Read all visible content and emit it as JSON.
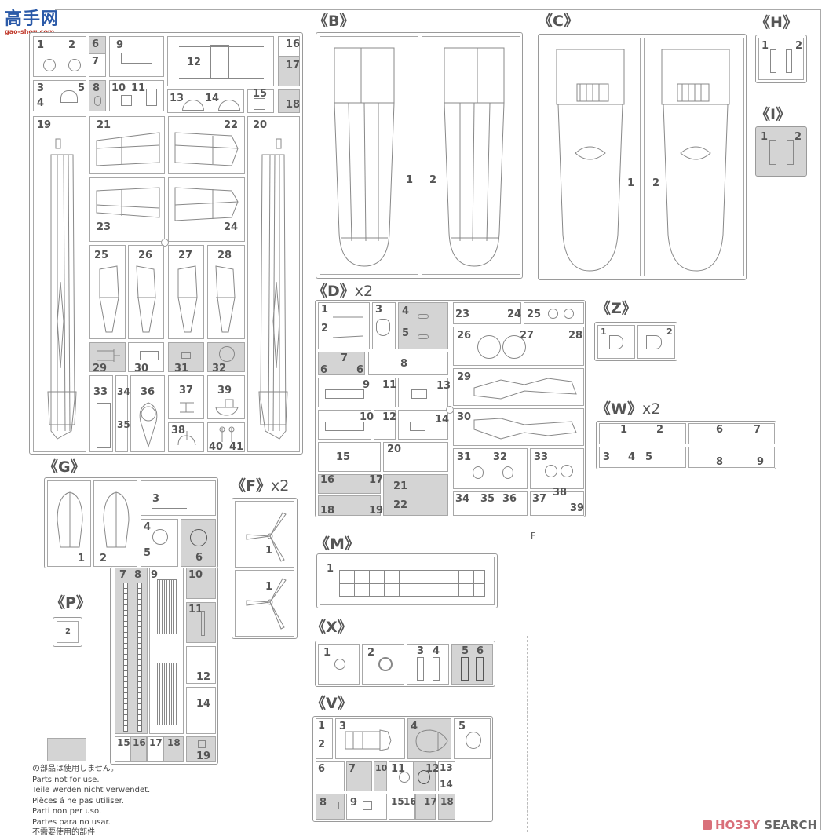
{
  "watermark_top": {
    "line1": "高手网",
    "line2": "gao-shou.com"
  },
  "sprues": {
    "A": {
      "parts": [
        {
          "n": "1"
        },
        {
          "n": "2"
        },
        {
          "n": "3"
        },
        {
          "n": "4"
        },
        {
          "n": "5"
        },
        {
          "n": "6"
        },
        {
          "n": "7"
        },
        {
          "n": "8"
        },
        {
          "n": "9"
        },
        {
          "n": "10"
        },
        {
          "n": "11"
        },
        {
          "n": "12"
        },
        {
          "n": "13"
        },
        {
          "n": "14"
        },
        {
          "n": "15"
        },
        {
          "n": "16"
        },
        {
          "n": "17"
        },
        {
          "n": "18"
        },
        {
          "n": "19"
        },
        {
          "n": "20"
        },
        {
          "n": "21"
        },
        {
          "n": "22"
        },
        {
          "n": "23"
        },
        {
          "n": "24"
        },
        {
          "n": "25"
        },
        {
          "n": "26"
        },
        {
          "n": "27"
        },
        {
          "n": "28"
        },
        {
          "n": "29"
        },
        {
          "n": "30"
        },
        {
          "n": "31"
        },
        {
          "n": "32"
        },
        {
          "n": "33"
        },
        {
          "n": "34"
        },
        {
          "n": "35"
        },
        {
          "n": "36"
        },
        {
          "n": "37"
        },
        {
          "n": "38"
        },
        {
          "n": "39"
        },
        {
          "n": "40"
        },
        {
          "n": "41"
        }
      ]
    },
    "B": {
      "title": "《B》",
      "multiplier": "",
      "parts": [
        "1",
        "2"
      ]
    },
    "C": {
      "title": "《C》",
      "multiplier": "",
      "parts": [
        "1",
        "2"
      ]
    },
    "H": {
      "title": "《H》",
      "multiplier": "",
      "parts": [
        "1",
        "2"
      ]
    },
    "I": {
      "title": "《I》",
      "multiplier": "",
      "parts": [
        "1",
        "2"
      ]
    },
    "D": {
      "title": "《D》",
      "multiplier": "x2",
      "parts": [
        "1",
        "2",
        "3",
        "4",
        "5",
        "6",
        "7",
        "6",
        "8",
        "9",
        "10",
        "11",
        "12",
        "13",
        "14",
        "15",
        "16",
        "17",
        "18",
        "19",
        "20",
        "21",
        "22",
        "23",
        "24",
        "25",
        "26",
        "27",
        "28",
        "29",
        "30",
        "31",
        "32",
        "33",
        "34",
        "35",
        "36",
        "37",
        "38",
        "39"
      ]
    },
    "Z": {
      "title": "《Z》",
      "multiplier": "",
      "parts": [
        "1",
        "2"
      ]
    },
    "W": {
      "title": "《W》",
      "multiplier": "x2",
      "parts": [
        "1",
        "2",
        "3",
        "4",
        "5",
        "6",
        "7",
        "8",
        "9"
      ]
    },
    "G": {
      "title": "《G》",
      "multiplier": "",
      "parts": [
        "1",
        "2",
        "3",
        "4",
        "5",
        "6",
        "7",
        "8",
        "9",
        "10",
        "11",
        "12",
        "14",
        "15",
        "16",
        "17",
        "18",
        "19"
      ]
    },
    "F": {
      "title": "《F》",
      "multiplier": "x2",
      "parts": [
        "1",
        "1"
      ]
    },
    "P": {
      "title": "《P》",
      "multiplier": "",
      "parts": [
        "2"
      ]
    },
    "M": {
      "title": "《M》",
      "multiplier": "",
      "parts": [
        "1"
      ]
    },
    "X": {
      "title": "《X》",
      "multiplier": "",
      "parts": [
        "1",
        "2",
        "3",
        "4",
        "5",
        "6"
      ]
    },
    "V": {
      "title": "《V》",
      "multiplier": "",
      "parts": [
        "1",
        "2",
        "3",
        "4",
        "5",
        "6",
        "7",
        "10",
        "11",
        "12",
        "13",
        "14",
        "8",
        "9",
        "15",
        "16",
        "17",
        "18"
      ]
    }
  },
  "stray_label": "F",
  "legend": {
    "swatch_color": "#d4d4d4",
    "lines": [
      "の部品は使用しません。",
      "Parts not for use.",
      "Teile werden nicht verwendet.",
      "Pièces á ne pas utiliser.",
      "Parti non per uso.",
      "Partes para no usar.",
      "不需要使用的部件"
    ]
  },
  "watermark_bottom": {
    "text_a": "HO33Y",
    "text_b": " SEARCH"
  },
  "colors": {
    "unused_parts": "#d4d4d4",
    "line": "#888888",
    "text": "#555555",
    "hobby_red": "#d9707a"
  }
}
